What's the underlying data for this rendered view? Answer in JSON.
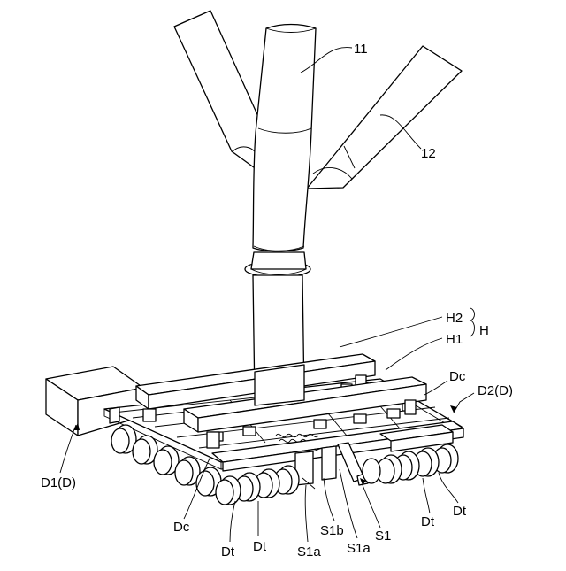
{
  "labels": {
    "pipe_main": "11",
    "pipe_branch": "12",
    "beam_upper": "H2",
    "beam_lower": "H1",
    "beam_group": "H",
    "conveyor_center_right": "Dc",
    "conveyor_right": "D2(D)",
    "conveyor_left": "D1(D)",
    "conveyor_center_left": "Dc",
    "tire_1": "Dt",
    "tire_2": "Dt",
    "tire_3": "Dt",
    "tire_4": "Dt",
    "support_1": "S1a",
    "support_2": "S1b",
    "support_3": "S1a",
    "support_4": "S1"
  }
}
